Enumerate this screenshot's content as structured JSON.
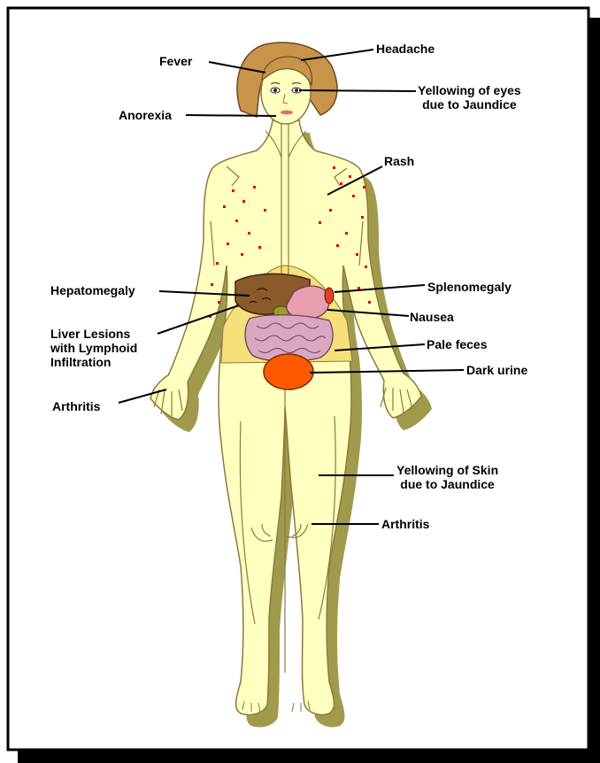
{
  "colors": {
    "skin": "#FFFFC0",
    "skin_outline": "#8a7a40",
    "hair": "#C8944A",
    "liver": "#8B5A2B",
    "stomach": "#E8A0B0",
    "intestine": "#D8A8C0",
    "bladder": "#FF5A00",
    "rash": "#E00000",
    "shadow": "#808000",
    "pelvis": "#F5E07A"
  },
  "labels": {
    "fever": "Fever",
    "headache": "Headache",
    "yellowing_eyes": [
      "Yellowing of eyes",
      "due to Jaundice"
    ],
    "anorexia": "Anorexia",
    "rash": "Rash",
    "hepatomegaly": "Hepatomegaly",
    "splenomegaly": "Splenomegaly",
    "nausea": "Nausea",
    "liver_lesions": [
      "Liver Lesions",
      "with Lymphoid",
      "Infiltration"
    ],
    "pale_feces": "Pale feces",
    "dark_urine": "Dark urine",
    "arthritis_hand": "Arthritis",
    "yellowing_skin": [
      "Yellowing of Skin",
      "due to Jaundice"
    ],
    "arthritis_knee": "Arthritis"
  }
}
